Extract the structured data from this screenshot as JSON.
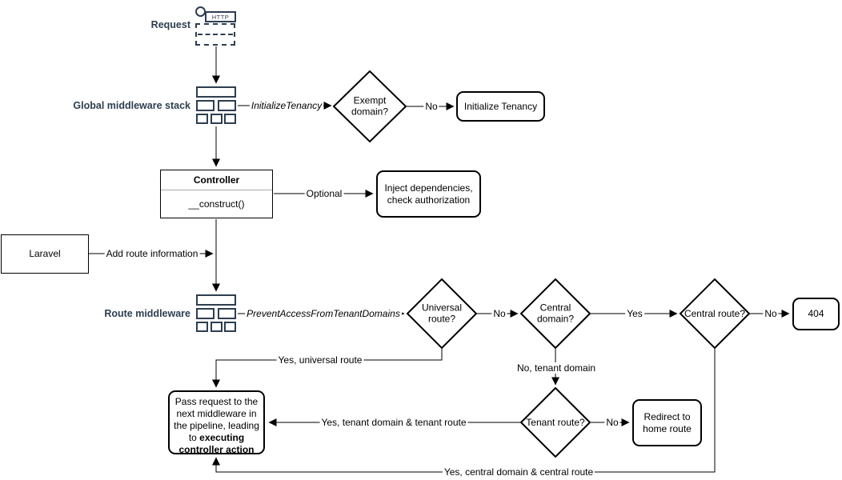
{
  "diagram": {
    "title_hint": "Laravel tenancy request lifecycle flowchart",
    "colors": {
      "icon_accent": "#2d3e50",
      "node_stroke": "#000000",
      "background": "#ffffff",
      "uml_divider": "#a9a9a9"
    },
    "nodes": {
      "request_label": "Request",
      "http_icon_text": "HTTP",
      "global_middleware_label": "Global middleware stack",
      "route_middleware_label": "Route middleware",
      "exempt_domain": "Exempt domain?",
      "initialize_tenancy": "Initialize Tenancy",
      "controller_title": "Controller",
      "controller_method": "__construct()",
      "inject_dependencies": "Inject dependencies, check authorization",
      "laravel": "Laravel",
      "universal_route": "Universal route?",
      "central_domain": "Central domain?",
      "central_route": "Central route?",
      "not_found": "404",
      "tenant_route": "Tenant route?",
      "redirect_home": "Redirect to home route",
      "pass_request_normal": "Pass request to the next middleware in the pipeline, leading to ",
      "pass_request_bold": "executing controller action"
    },
    "edges": {
      "initialize_tenancy_middleware": "InitializeTenancy",
      "no1": "No",
      "optional": "Optional",
      "add_route_information": "Add route information",
      "prevent_access_middleware": "PreventAccessFromTenantDomains",
      "no2": "No",
      "yes1": "Yes",
      "no3": "No",
      "yes_universal_route": "Yes, universal route",
      "no_tenant_domain": "No, tenant domain",
      "yes_tenant_domain_route": "Yes, tenant domain & tenant route",
      "no4": "No",
      "yes_central_domain_route": "Yes, central domain & central route"
    }
  }
}
